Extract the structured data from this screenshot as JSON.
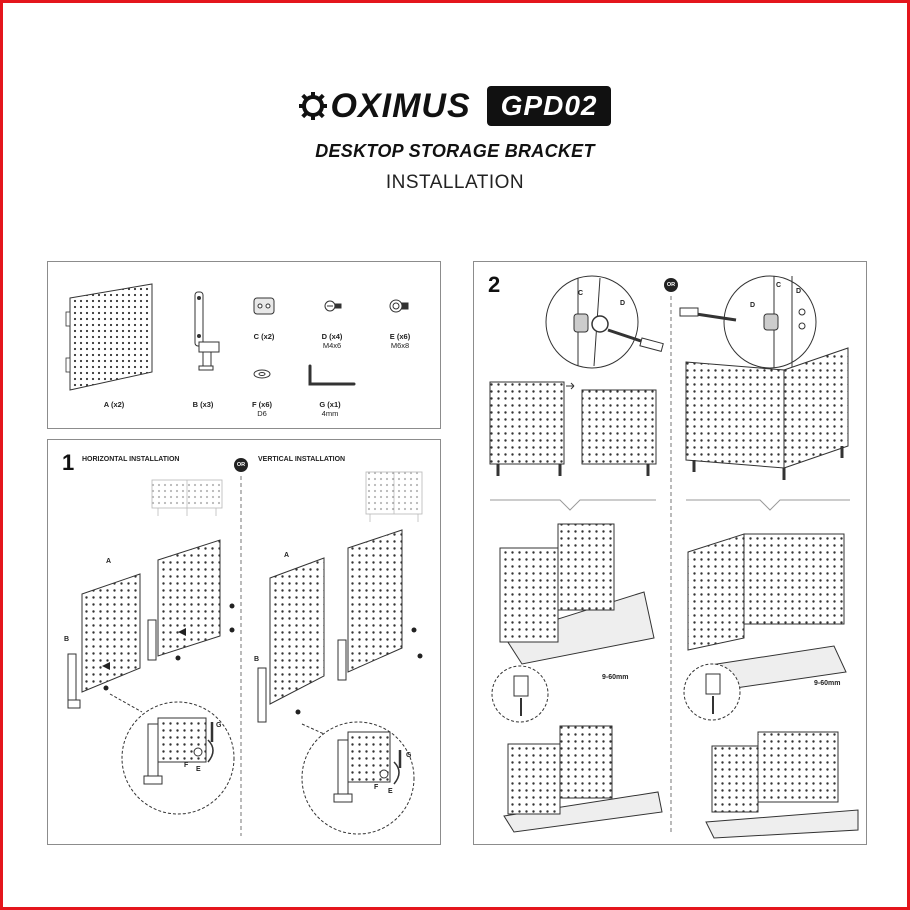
{
  "header": {
    "brand": "OXIMUS",
    "model": "GPD02",
    "subtitle": "DESKTOP STORAGE BRACKET",
    "section": "INSTALLATION"
  },
  "parts": [
    {
      "name": "A (x2)",
      "spec": ""
    },
    {
      "name": "B (x3)",
      "spec": ""
    },
    {
      "name": "C (x2)",
      "spec": ""
    },
    {
      "name": "D (x4)",
      "spec": "M4x6"
    },
    {
      "name": "E (x6)",
      "spec": "M6x8"
    },
    {
      "name": "F (x6)",
      "spec": "D6"
    },
    {
      "name": "G (x1)",
      "spec": "4mm"
    }
  ],
  "step1": {
    "number": "1",
    "left_title": "HORIZONTAL INSTALLATION",
    "right_title": "VERTICAL INSTALLATION",
    "or": "OR",
    "labels": {
      "a": "A",
      "b": "B",
      "e": "E",
      "f": "F",
      "g": "G"
    }
  },
  "step2": {
    "number": "2",
    "or": "OR",
    "labels": {
      "c": "C",
      "d": "D"
    },
    "clamp_range": "9-60mm"
  },
  "colors": {
    "border": "#e4161d",
    "ink": "#111111",
    "panel_border": "#8c8c8c"
  }
}
